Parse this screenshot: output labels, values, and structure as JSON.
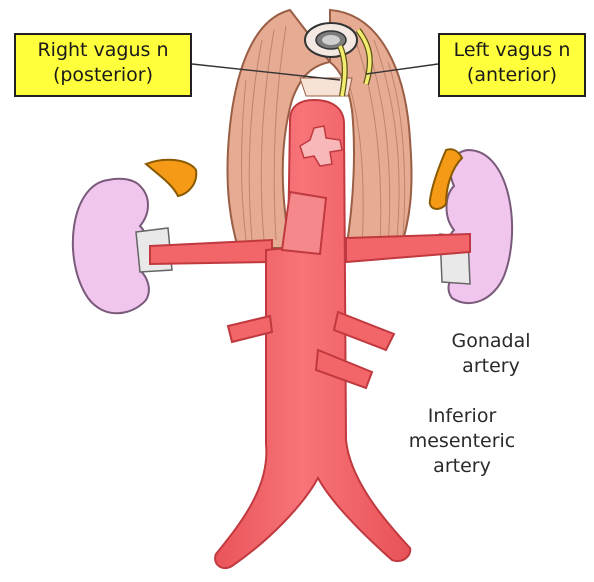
{
  "callouts": {
    "right_vagus": {
      "line1": "Right vagus n",
      "line2": "(posterior)"
    },
    "left_vagus": {
      "line1": "Left vagus n",
      "line2": "(anterior)"
    }
  },
  "labels": {
    "gonadal": {
      "line1": "Gonadal",
      "line2": "artery"
    },
    "inferior_mesenteric": {
      "line1": "Inferior",
      "line2": "mesenteric",
      "line3": "artery"
    }
  },
  "colors": {
    "aorta": "#f26568",
    "aorta_outline": "#c0393f",
    "kidney": "#f0c6ee",
    "adrenal": "#f59a16",
    "diaphragm": "#e6ab93",
    "vagus": "#f2ec70",
    "callout_bg": "#ffff3c"
  }
}
